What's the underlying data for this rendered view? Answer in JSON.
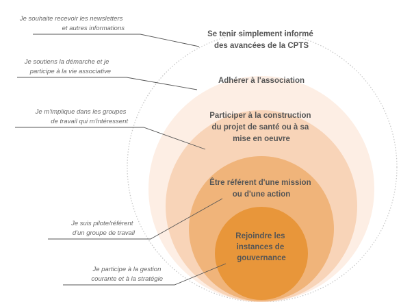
{
  "colors": {
    "ring1": "#ffffff",
    "ring2": "#fdeee4",
    "ring3": "#f8d4b8",
    "ring4": "#f0b47a",
    "ring5": "#e8963a",
    "dots": "#c8c8c8",
    "label_text": "#555555",
    "side_text": "#666666",
    "leader": "#555555"
  },
  "levels": [
    {
      "id": "inform",
      "label_lines": [
        "Se tenir simplement informé",
        "des avancées de la CPTS"
      ],
      "side_lines": [
        "Je souhaite recevoir les newsletters",
        "et autres informations"
      ]
    },
    {
      "id": "adherer",
      "label_lines": [
        "Adhérer à l'association"
      ],
      "side_lines": [
        "Je soutiens la démarche et je",
        "participe à la vie associative"
      ]
    },
    {
      "id": "participer",
      "label_lines": [
        "Participer à la construction",
        "du projet de santé ou à sa",
        "mise en oeuvre"
      ],
      "side_lines": [
        "Je m'implique dans les groupes",
        "de travail qui m'intéressent"
      ]
    },
    {
      "id": "referent",
      "label_lines": [
        "Être référent d'une mission",
        "ou d'une action"
      ],
      "side_lines": [
        "Je suis pilote/référent",
        "d'un groupe de travail"
      ]
    },
    {
      "id": "gouvernance",
      "label_lines": [
        "Rejoindre les",
        "instances de",
        "gouvernance"
      ],
      "side_lines": [
        "Je participe à la gestion",
        "courante et à la stratégie"
      ]
    }
  ]
}
